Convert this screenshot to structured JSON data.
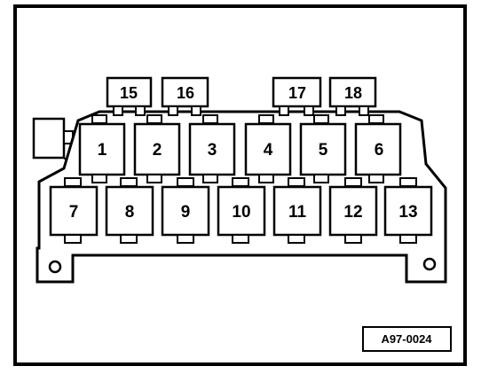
{
  "diagram": {
    "reference_code": "A97-0024",
    "top_relays": [
      "15",
      "16",
      "17",
      "18"
    ],
    "upper_row": [
      "1",
      "2",
      "3",
      "4",
      "5",
      "6"
    ],
    "lower_row": [
      "7",
      "8",
      "9",
      "10",
      "11",
      "12",
      "13"
    ]
  }
}
